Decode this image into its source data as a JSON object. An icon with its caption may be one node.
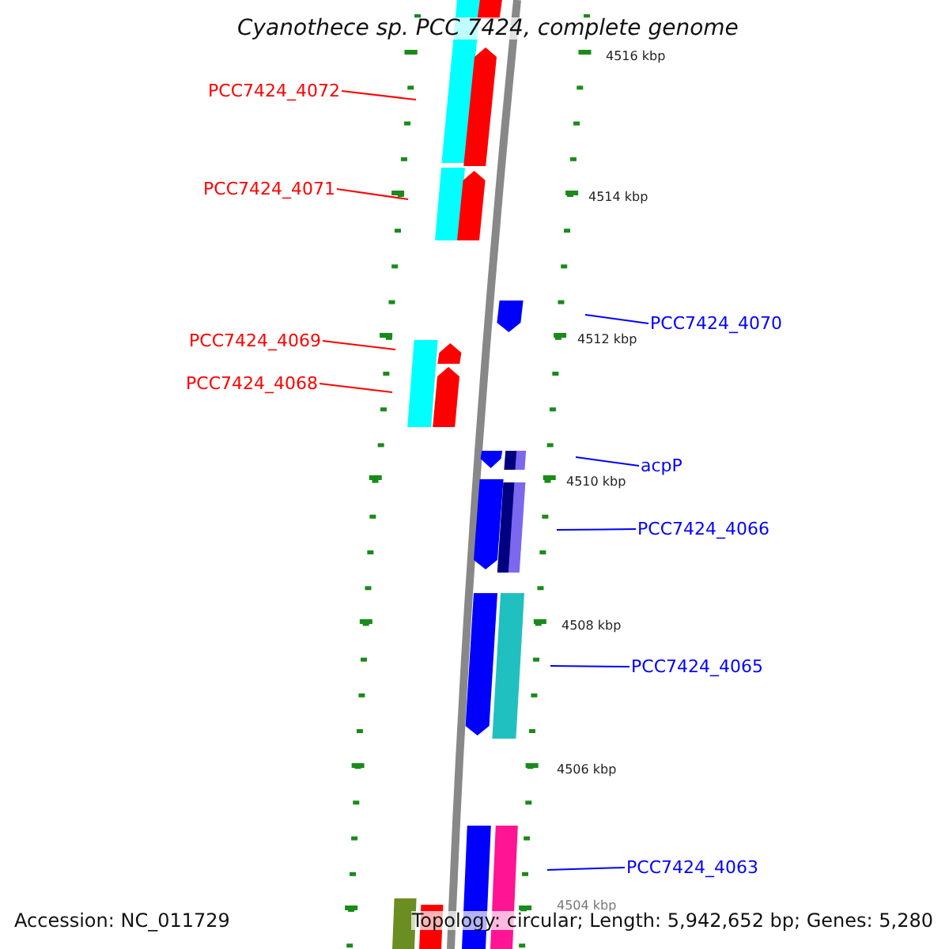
{
  "diagram": {
    "title": "Cyanothece sp. PCC 7424, complete genome",
    "nodes": [
      {
        "text": [
          "PCC7424_4072"
        ]
      },
      {
        "text": [
          "PCC7424_4071"
        ]
      },
      {
        "text": [
          "PCC7424_4070"
        ]
      },
      {
        "text": [
          "PCC7424_4069"
        ]
      },
      {
        "text": [
          "PCC7424_4068"
        ]
      },
      {
        "text": [
          "acpP"
        ]
      },
      {
        "text": [
          "PCC7424_4066"
        ]
      },
      {
        "text": [
          "PCC7424_4065"
        ]
      },
      {
        "text": [
          "PCC7424_4063"
        ]
      }
    ],
    "edges": [
      {
        "from": 0,
        "to": null,
        "arrow": "none",
        "color": "#ff0000"
      },
      {
        "from": 1,
        "to": null,
        "arrow": "none",
        "color": "#ff0000"
      },
      {
        "from": 2,
        "to": null,
        "arrow": "none"
      },
      {
        "from": 3,
        "to": null,
        "arrow": "none",
        "color": "#ff0000"
      },
      {
        "from": 4,
        "to": null,
        "arrow": "none",
        "color": "#ff0000"
      },
      {
        "from": 5,
        "to": null,
        "arrow": "none"
      },
      {
        "from": 6,
        "to": null,
        "arrow": "none"
      },
      {
        "from": 7,
        "to": null,
        "arrow": "none"
      },
      {
        "from": 8,
        "to": null,
        "arrow": "none"
      }
    ],
    "labels": [
      "4516 kbp",
      "4514 kbp",
      "4512 kbp",
      "4510 kbp",
      "4508 kbp",
      "4506 kbp",
      "4504 kbp",
      "Accession: NC_011729",
      "Topology: circular; Length: 5,942,652 bp; Genes: 5,280"
    ]
  }
}
